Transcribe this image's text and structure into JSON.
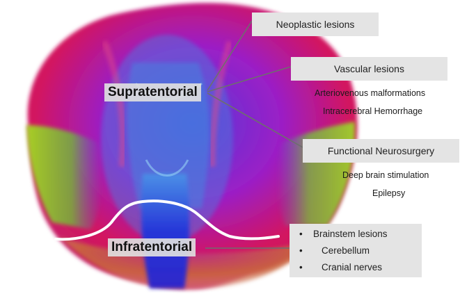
{
  "regions": {
    "supratentorial": "Supratentorial",
    "infratentorial": "Infratentorial"
  },
  "labels": {
    "neoplastic": "Neoplastic lesions",
    "vascular": "Vascular lesions",
    "functional": "Functional Neurosurgery"
  },
  "vascular_items": [
    "Arteriovenous malformations",
    "Intracerebral Hemorrhage"
  ],
  "functional_items": [
    "Deep brain stimulation",
    "Epilepsy"
  ],
  "infratentorial_items": [
    "Brainstem lesions",
    "Cerebellum",
    "Cranial nerves"
  ],
  "bullet_symbol": "•",
  "colors": {
    "red_fibers": "#d9145c",
    "purple_fibers": "#9a1ec8",
    "blue_fibers": "#2d3ae0",
    "green_fibers": "#8fc21a",
    "label_bg": "#e4e4e4",
    "connector": "#6e6e6e"
  }
}
